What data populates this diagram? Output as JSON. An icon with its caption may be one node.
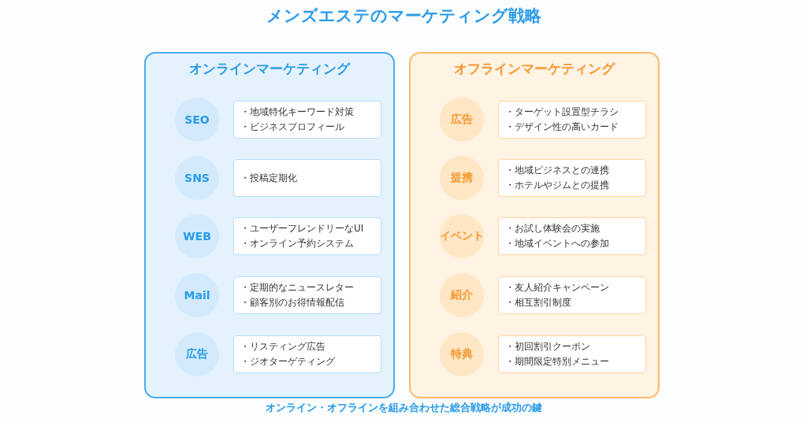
{
  "diagram": {
    "title": "メンズエステのマーケティング戦略",
    "caption": "オンライン・オフラインを組み合わせた総合戦略が成功の鍵",
    "nodes": [
      {
        "text": [
          "オンラインマーケティング"
        ]
      },
      {
        "text": [
          "SEO"
        ],
        "in": 0
      },
      {
        "text": [
          "・地域特化キーワード対策",
          "・ビジネスプロフィール"
        ],
        "in": 0
      },
      {
        "text": [
          "SNS"
        ],
        "in": 0
      },
      {
        "text": [
          "・投稿定期化"
        ],
        "in": 0
      },
      {
        "text": [
          "WEB"
        ],
        "in": 0
      },
      {
        "text": [
          "・ユーザーフレンドリーなUI",
          "・オンライン予約システム"
        ],
        "in": 0
      },
      {
        "text": [
          "Mail"
        ],
        "in": 0
      },
      {
        "text": [
          "・定期的なニュースレター",
          "・顧客別のお得情報配信"
        ],
        "in": 0
      },
      {
        "text": [
          "広告"
        ],
        "in": 0
      },
      {
        "text": [
          "・リスティング広告",
          "・ジオターゲティング"
        ],
        "in": 0
      },
      {
        "text": [
          "オフラインマーケティング"
        ]
      },
      {
        "text": [
          "広告"
        ],
        "in": 11
      },
      {
        "text": [
          "・ターゲット設置型チラシ",
          "・デザイン性の高いカード"
        ],
        "in": 11
      },
      {
        "text": [
          "提携"
        ],
        "in": 11
      },
      {
        "text": [
          "・地域ビジネスとの連携",
          "・ホテルやジムとの提携"
        ],
        "in": 11
      },
      {
        "text": [
          "イベント"
        ],
        "in": 11
      },
      {
        "text": [
          "・お試し体験会の実施",
          "・地域イベントへの参加"
        ],
        "in": 11
      },
      {
        "text": [
          "紹介"
        ],
        "in": 11
      },
      {
        "text": [
          "・友人紹介キャンペーン",
          "・相互割引制度"
        ],
        "in": 11
      },
      {
        "text": [
          "特典"
        ],
        "in": 11
      },
      {
        "text": [
          "・初回割引クーポン",
          "・期間限定特別メニュー"
        ],
        "in": 11
      }
    ],
    "edges": []
  }
}
